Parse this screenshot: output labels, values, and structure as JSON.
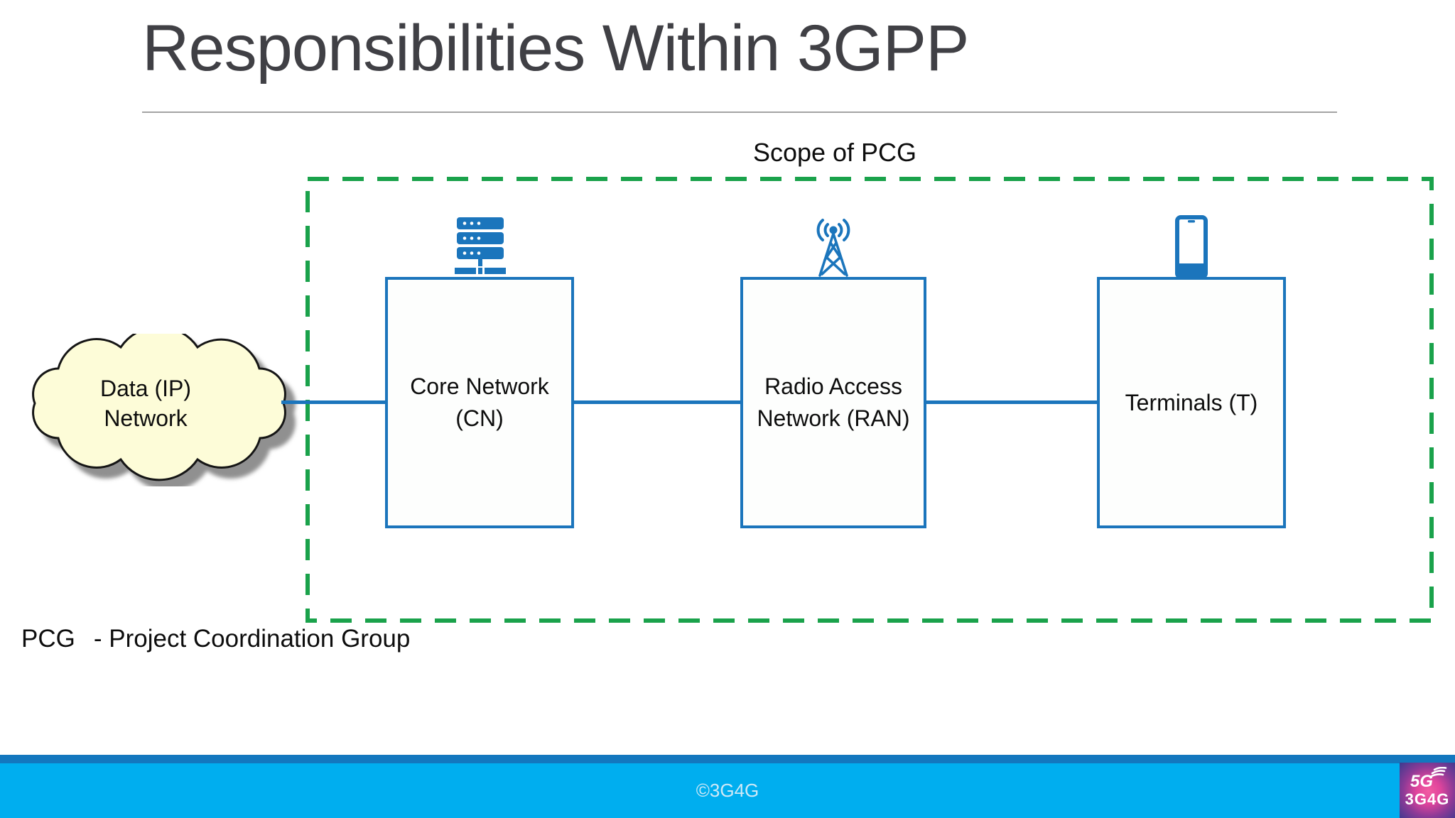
{
  "slide": {
    "title": "Responsibilities Within 3GPP",
    "scope_label": "Scope of PCG",
    "cloud": {
      "line1": "Data (IP)",
      "line2": "Network"
    },
    "boxes": [
      {
        "line1": "Core Network",
        "line2": "(CN)",
        "icon": "server-stack-icon"
      },
      {
        "line1": "Radio Access",
        "line2": "Network (RAN)",
        "icon": "radio-tower-icon"
      },
      {
        "line1": "Terminals (T)",
        "line2": "",
        "icon": "smartphone-icon"
      }
    ],
    "footnote": {
      "abbr": "PCG",
      "definition": "- Project Coordination Group"
    },
    "footer": {
      "copyright": "©3G4G"
    },
    "logo": {
      "top": "5G",
      "bottom": "3G4G"
    },
    "colors": {
      "accent_blue": "#1b75bc",
      "scope_green": "#1aa24b",
      "cloud_fill": "#fdfcd8",
      "footer_bar": "#00aeef",
      "footer_stripe": "#1377be",
      "logo_pink": "#e8479b",
      "title_gray": "#404045"
    }
  }
}
